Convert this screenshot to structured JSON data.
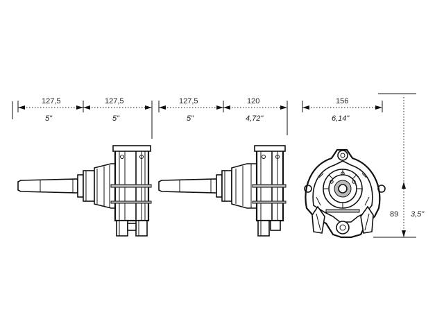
{
  "dimensions": {
    "view1": {
      "mm": "127,5",
      "inch": "5\""
    },
    "view2": {
      "mm": "127,5",
      "inch": "5\""
    },
    "view3": {
      "mm": "127,5",
      "inch": "5\""
    },
    "view4": {
      "mm": "120",
      "inch": "4,72\""
    },
    "front_width": {
      "mm": "156",
      "inch": "6,14\""
    },
    "front_height": {
      "mm": "89",
      "inch": "3,5\""
    }
  }
}
